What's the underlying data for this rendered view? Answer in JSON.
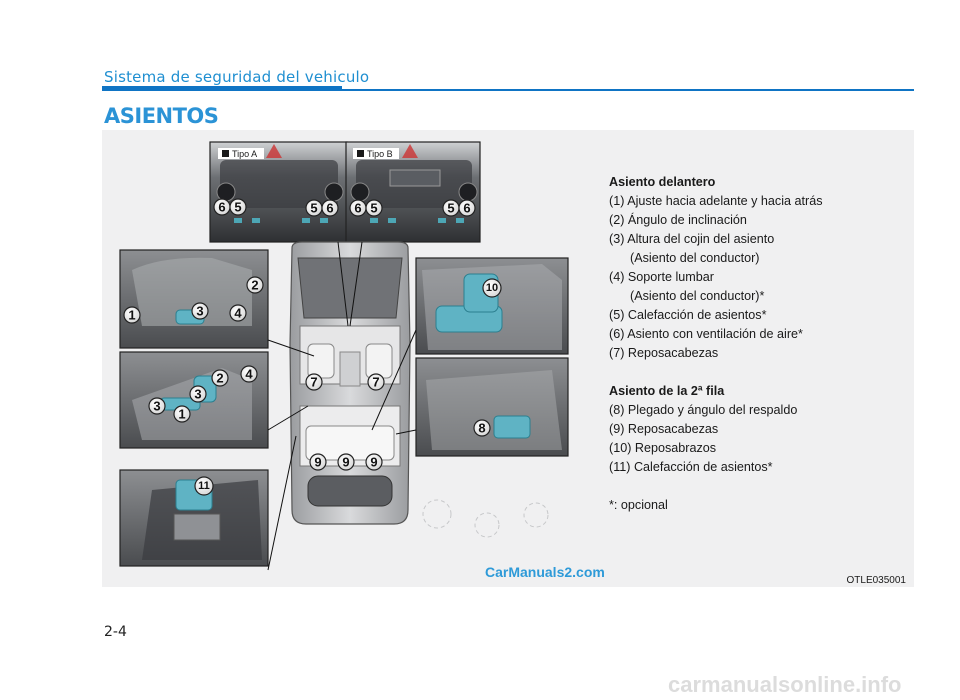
{
  "header": {
    "section_title": "Sistema de seguridad del vehiculo",
    "page_heading": "ASIENTOS"
  },
  "figure": {
    "tipo_a": "Tipo A",
    "tipo_b": "Tipo B",
    "code": "OTLE035001",
    "watermark": "CarManuals2.com",
    "callouts": {
      "c1": "1",
      "c2": "2",
      "c3": "3",
      "c4": "4",
      "c5": "5",
      "c6": "6",
      "c7": "7",
      "c8": "8",
      "c9": "9",
      "c10": "10",
      "c11": "11"
    }
  },
  "legend": {
    "front_heading": "Asiento delantero",
    "item1": "(1) Ajuste hacia adelante y hacia atrás",
    "item2": "(2) Ángulo de inclinación",
    "item3": "(3) Altura del cojin del asiento",
    "item3_sub": "(Asiento del conductor)",
    "item4": "(4) Soporte lumbar",
    "item4_sub": "(Asiento del conductor)*",
    "item5": "(5) Calefacción de asientos*",
    "item6": "(6) Asiento con ventilación de aire*",
    "item7": "(7) Reposacabezas",
    "rear_heading": "Asiento de la 2ª fila",
    "item8": "(8) Plegado y ángulo del respaldo",
    "item9": "(9) Reposacabezas",
    "item10": "(10) Reposabrazos",
    "item11": "(11) Calefacción de asientos*",
    "note": "*: opcional"
  },
  "footer": {
    "page_number": "2-4",
    "site_watermark": "carmanualsonline.info"
  }
}
